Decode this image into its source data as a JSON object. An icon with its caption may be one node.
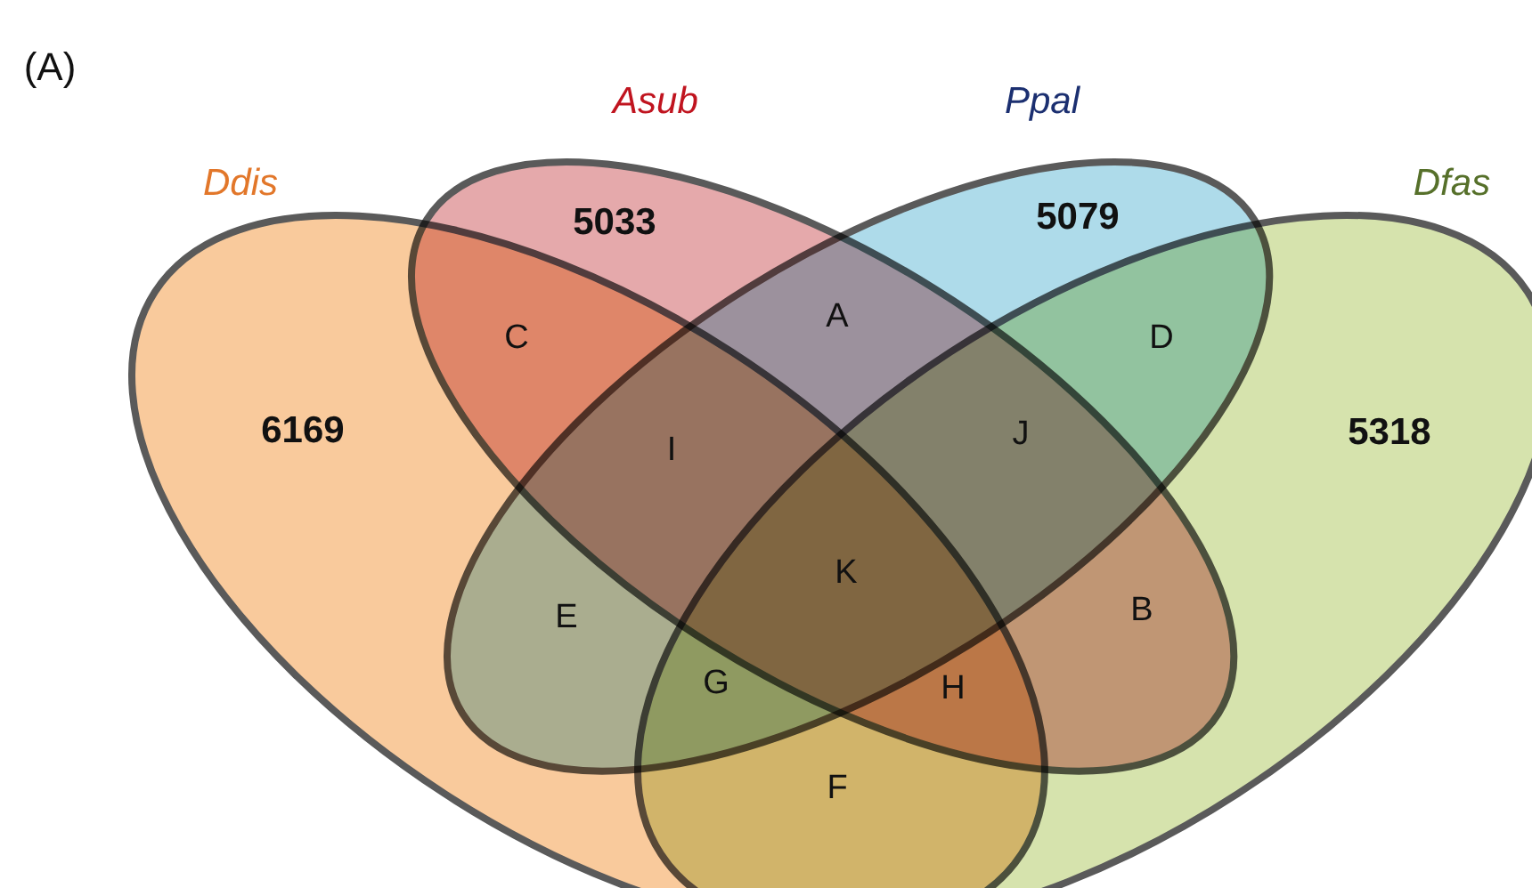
{
  "diagram": {
    "nodes": [
      {
        "text": [
          "Ddis",
          "6169"
        ]
      },
      {
        "text": [
          "Asub",
          "5033"
        ]
      },
      {
        "text": [
          "Ppal",
          "5079"
        ]
      },
      {
        "text": [
          "Dfas",
          "5318"
        ]
      }
    ],
    "labels": [
      "(A)",
      "C",
      "A",
      "D",
      "I",
      "J",
      "K",
      "E",
      "B",
      "G",
      "H",
      "F"
    ]
  }
}
